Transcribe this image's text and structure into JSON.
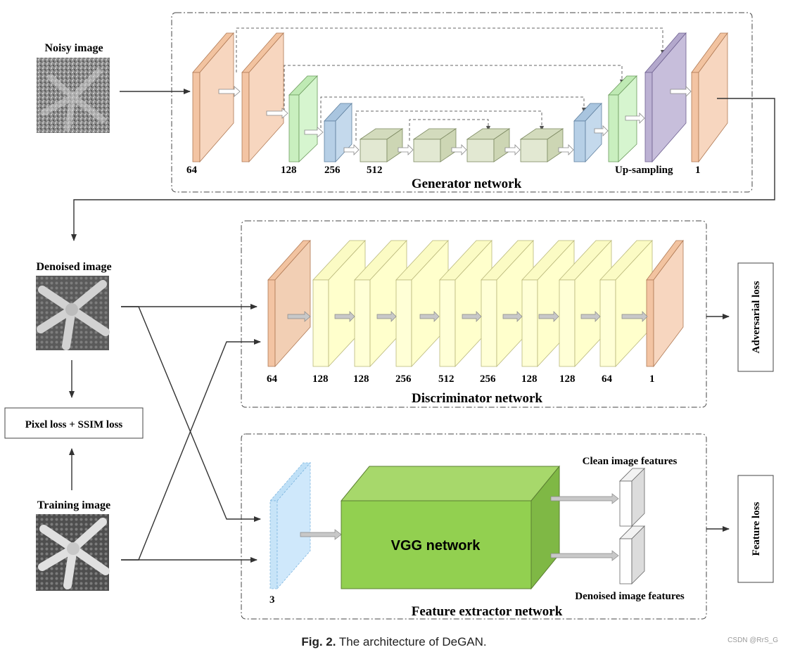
{
  "generator": {
    "title": "Generator network",
    "channels": [
      "64",
      "128",
      "256",
      "512"
    ],
    "upsampling_label": "Up-sampling",
    "output_channels": "1"
  },
  "discriminator": {
    "title": "Discriminator network",
    "channels": [
      "64",
      "128",
      "128",
      "256",
      "512",
      "256",
      "128",
      "128",
      "64",
      "1"
    ]
  },
  "feature_extractor": {
    "title": "Feature extractor network",
    "input_channels": "3",
    "vgg_label": "VGG network",
    "clean_features": "Clean image features",
    "denoised_features": "Denoised image features"
  },
  "images": {
    "noisy": "Noisy image",
    "denoised": "Denoised image",
    "training": "Training image"
  },
  "losses": {
    "pixel_ssim": "Pixel loss + SSIM loss",
    "adversarial": "Adversarial loss",
    "feature": "Feature loss"
  },
  "caption": {
    "label": "Fig. 2.",
    "text": "The architecture of DeGAN."
  },
  "watermark": "CSDN @RrS_G",
  "colors": {
    "orange_layer": "#f7d6bf",
    "green_layer": "#d6f5cf",
    "blue_layer": "#c4d9ec",
    "gray_green_layer": "#e2e8d2",
    "purple_layer": "#c7bedb",
    "yellow_layer": "#ffffcc",
    "light_blue_layer": "#cfe8fb",
    "vgg_green": "#92d050",
    "feature_gray": "#e8e8e8"
  }
}
